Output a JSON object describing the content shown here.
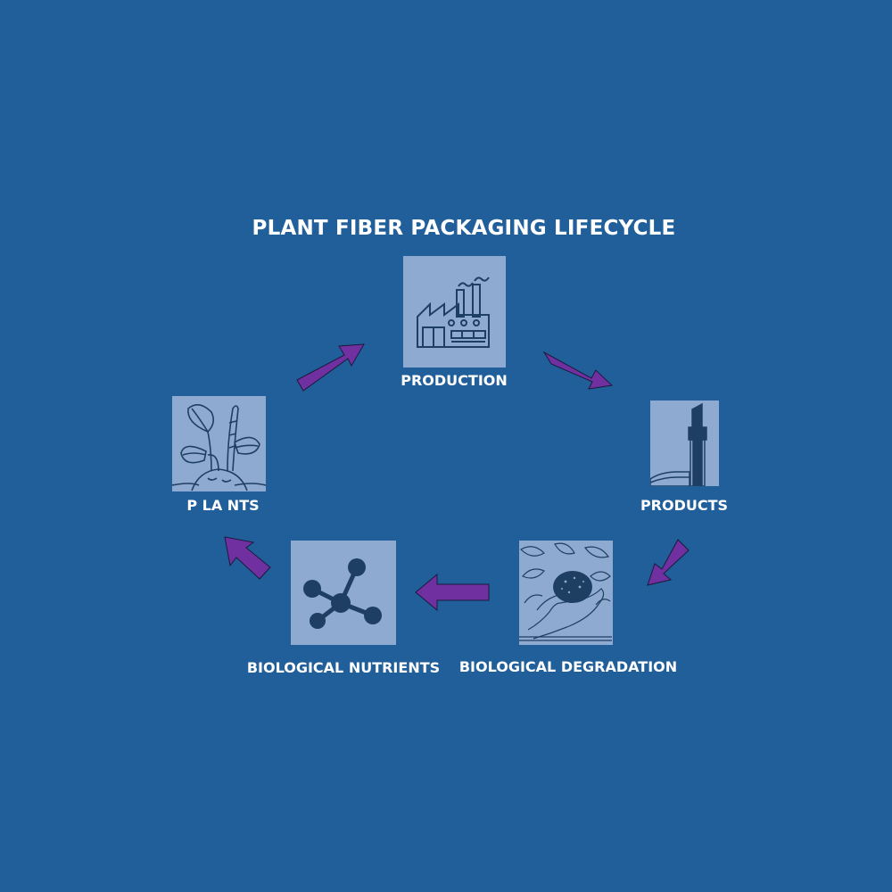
{
  "title": "PLANT FIBER PACKAGING LIFECYCLE",
  "nodes": {
    "production": {
      "label": "PRODUCTION",
      "icon": "factory-icon"
    },
    "products": {
      "label": "PRODUCTS",
      "icon": "lipstick-icon"
    },
    "degradation": {
      "label": "BIOLOGICAL DEGRADATION",
      "icon": "soil-hands-icon"
    },
    "nutrients": {
      "label": "BIOLOGICAL NUTRIENTS",
      "icon": "molecule-icon"
    },
    "plants": {
      "label": "P LA NTS",
      "icon": "plant-icon"
    }
  },
  "colors": {
    "background": "#215f9b",
    "tile": "#8eaad0",
    "icon": "#1e3f62",
    "arrow": "#7030a0"
  }
}
